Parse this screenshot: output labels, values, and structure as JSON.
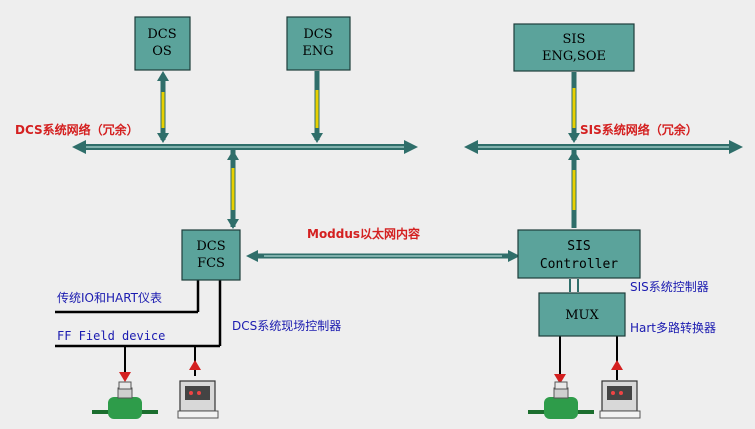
{
  "nodes": {
    "dcs_os": [
      "DCS",
      "OS"
    ],
    "dcs_eng": [
      "DCS",
      "ENG"
    ],
    "sis_eng": [
      "SIS",
      "ENG,SOE"
    ],
    "dcs_fcs": [
      "DCS",
      "FCS"
    ],
    "sis_ctrl": [
      "SIS",
      "Controller"
    ],
    "mux": [
      "MUX"
    ]
  },
  "labels": {
    "dcs_net": "DCS系统网络（冗余）",
    "sis_net": "SIS系统网络（冗余）",
    "modbus": "Moddus以太网内容",
    "legacy_io": "传统IO和HART仪表",
    "ff_device": "FF Field device",
    "dcs_field_ctrl": "DCS系统现场控制器",
    "sis_sys_ctrl": "SIS系统控制器",
    "hart_mux": "Hart多路转换器"
  },
  "colors": {
    "box_fill": "#5ba39b",
    "net_line": "#2f6e6a",
    "red_label": "#d42020",
    "blue_label": "#1b1bb0",
    "yellow_link": "#e8d000"
  }
}
